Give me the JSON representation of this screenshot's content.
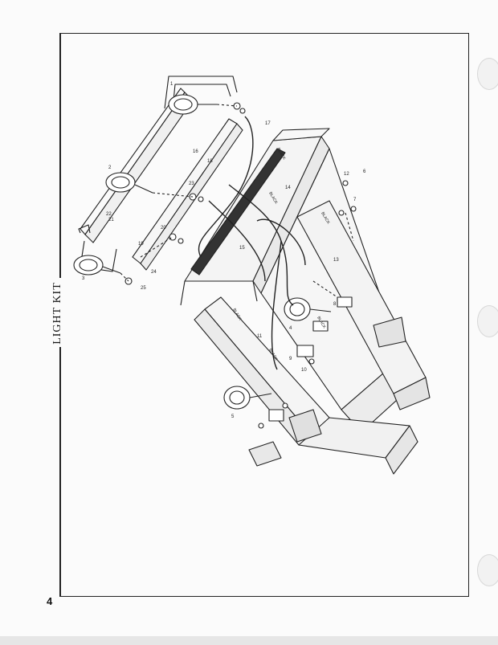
{
  "page": {
    "section_title": "LIGHT KIT",
    "page_number": "4"
  },
  "diagram": {
    "part_numbers": [
      "1",
      "2",
      "3",
      "4",
      "5",
      "6",
      "7",
      "8",
      "9",
      "10",
      "11",
      "12",
      "13",
      "14",
      "15",
      "16",
      "17",
      "18",
      "19",
      "20",
      "21",
      "22",
      "23",
      "24",
      "25"
    ],
    "wire_tags": [
      "BLACK",
      "BLACK",
      "BLACK",
      "BLACK",
      "BLACK",
      "BLACK"
    ],
    "colors": {
      "ink": "#222222",
      "paper": "#fbfbfb",
      "frame_fill": "#f4f4f4"
    }
  }
}
